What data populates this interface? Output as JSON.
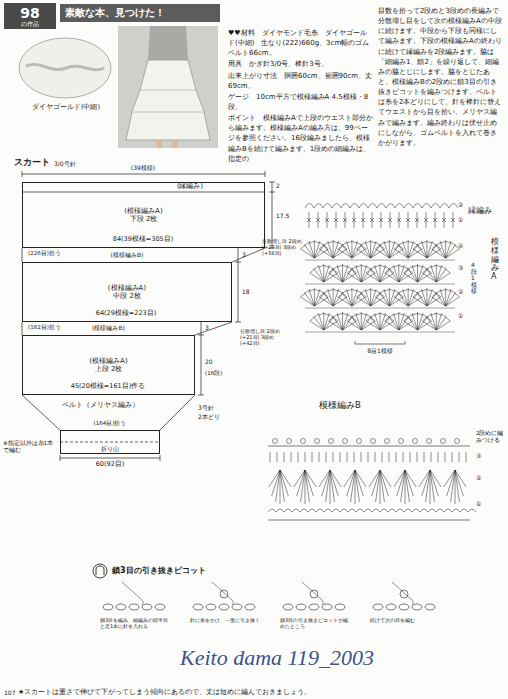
{
  "diagram": {
    "nodes": [
      {
        "text": [
          "98",
          "の作品"
        ]
      },
      {
        "text": [
          "素敵な本、見つけた！"
        ]
      },
      {
        "text": [
          "(模様編みA)",
          "下段 2枚"
        ]
      },
      {
        "text": [
          "(模様編みB)"
        ]
      },
      {
        "text": [
          "(模様編みA)",
          "中段 2枚"
        ]
      },
      {
        "text": [
          "(模様編みB)"
        ]
      },
      {
        "text": [
          "(模様編みA)",
          "上段 2枚"
        ]
      },
      {
        "text": [
          "折り山"
        ]
      }
    ],
    "labels": [
      "ダイヤゴールド(中細)",
      "♥♥材料　ダイヤモンド毛糸　ダイヤゴールド(中細)　生なり(222)660g、3cm幅のゴムベルト66cm。",
      "用具　かぎ針3/0号、棒針3号。",
      "出来上がり寸法　胴囲60cm、裾囲90cm、丈69cm。",
      "ゲージ　10cm平方で模様編みA 4.5模様・8段。",
      "ポイント　模様編みAで上段のウエスト部分から編みます。模様編みAの編み方は、99ページを参照ください。16段編みましたら、模様編みBを続けて編みます。1段めの細編みは、指定の",
      "目数を拾って2段めと3段めの長編みで分散増し目をして次の模様編みAの中段に続けます。中段から下段も同様にして編みます。下段の模様編みAの終わりに続けて縁編みを2段編みます。脇は「細編み1、鎖2」を繰り返して、細編みの脇とじにします。脇をとじたあと、模様編みBの2段めに鎖3目の引き抜きピコットを編みつけます。ベルトは糸を2本どりにして、針を棒針に替えてウエストから目を拾い、メリヤス編みで編みます。編み終わりは伏せ止めにしながら、ゴムベルトを入れて巻きかがります。",
      "スカート",
      "3/0号針",
      "(39模様)",
      "(縁編み)",
      "84(39模様=305目)",
      "(226目)拾う",
      "64(29模様=223目)",
      "(162目)拾う",
      "45(20模様=161目)作る",
      "2",
      "17.5",
      "3",
      "18",
      "3",
      "20",
      "(16段)",
      "分散増し目 2段め(+27目) 3段め(+58目)",
      "分散増し目 2段め(+21目) 3段め(+42目)",
      "※指定以外は糸1本で編む",
      "ベルト（メリヤス編み）",
      "3号針",
      "2本どり",
      "(164目)拾う",
      "60(92目)",
      "縁編み",
      "模様編みA",
      "4段1模様",
      "②",
      "①",
      "④",
      "③",
      "②",
      "①",
      "8目1模様",
      "模様編みB",
      "2段めに編みつける",
      "③",
      "②",
      "①",
      "鎖3目の引き抜きピコット",
      "鎖3目を編み、細編みの頭半目と足1本に針を入れる",
      "針に糸をかけ、一度に引き抜く",
      "鎖3目の引き抜きピコットが編めたところ",
      "続けて次の目を編む",
      "Keito dama 119_2003",
      "107",
      "★スカートは重さで伸びて下がってしまう傾向にあるので、丈は短めに編んでおきましょう。"
    ]
  }
}
